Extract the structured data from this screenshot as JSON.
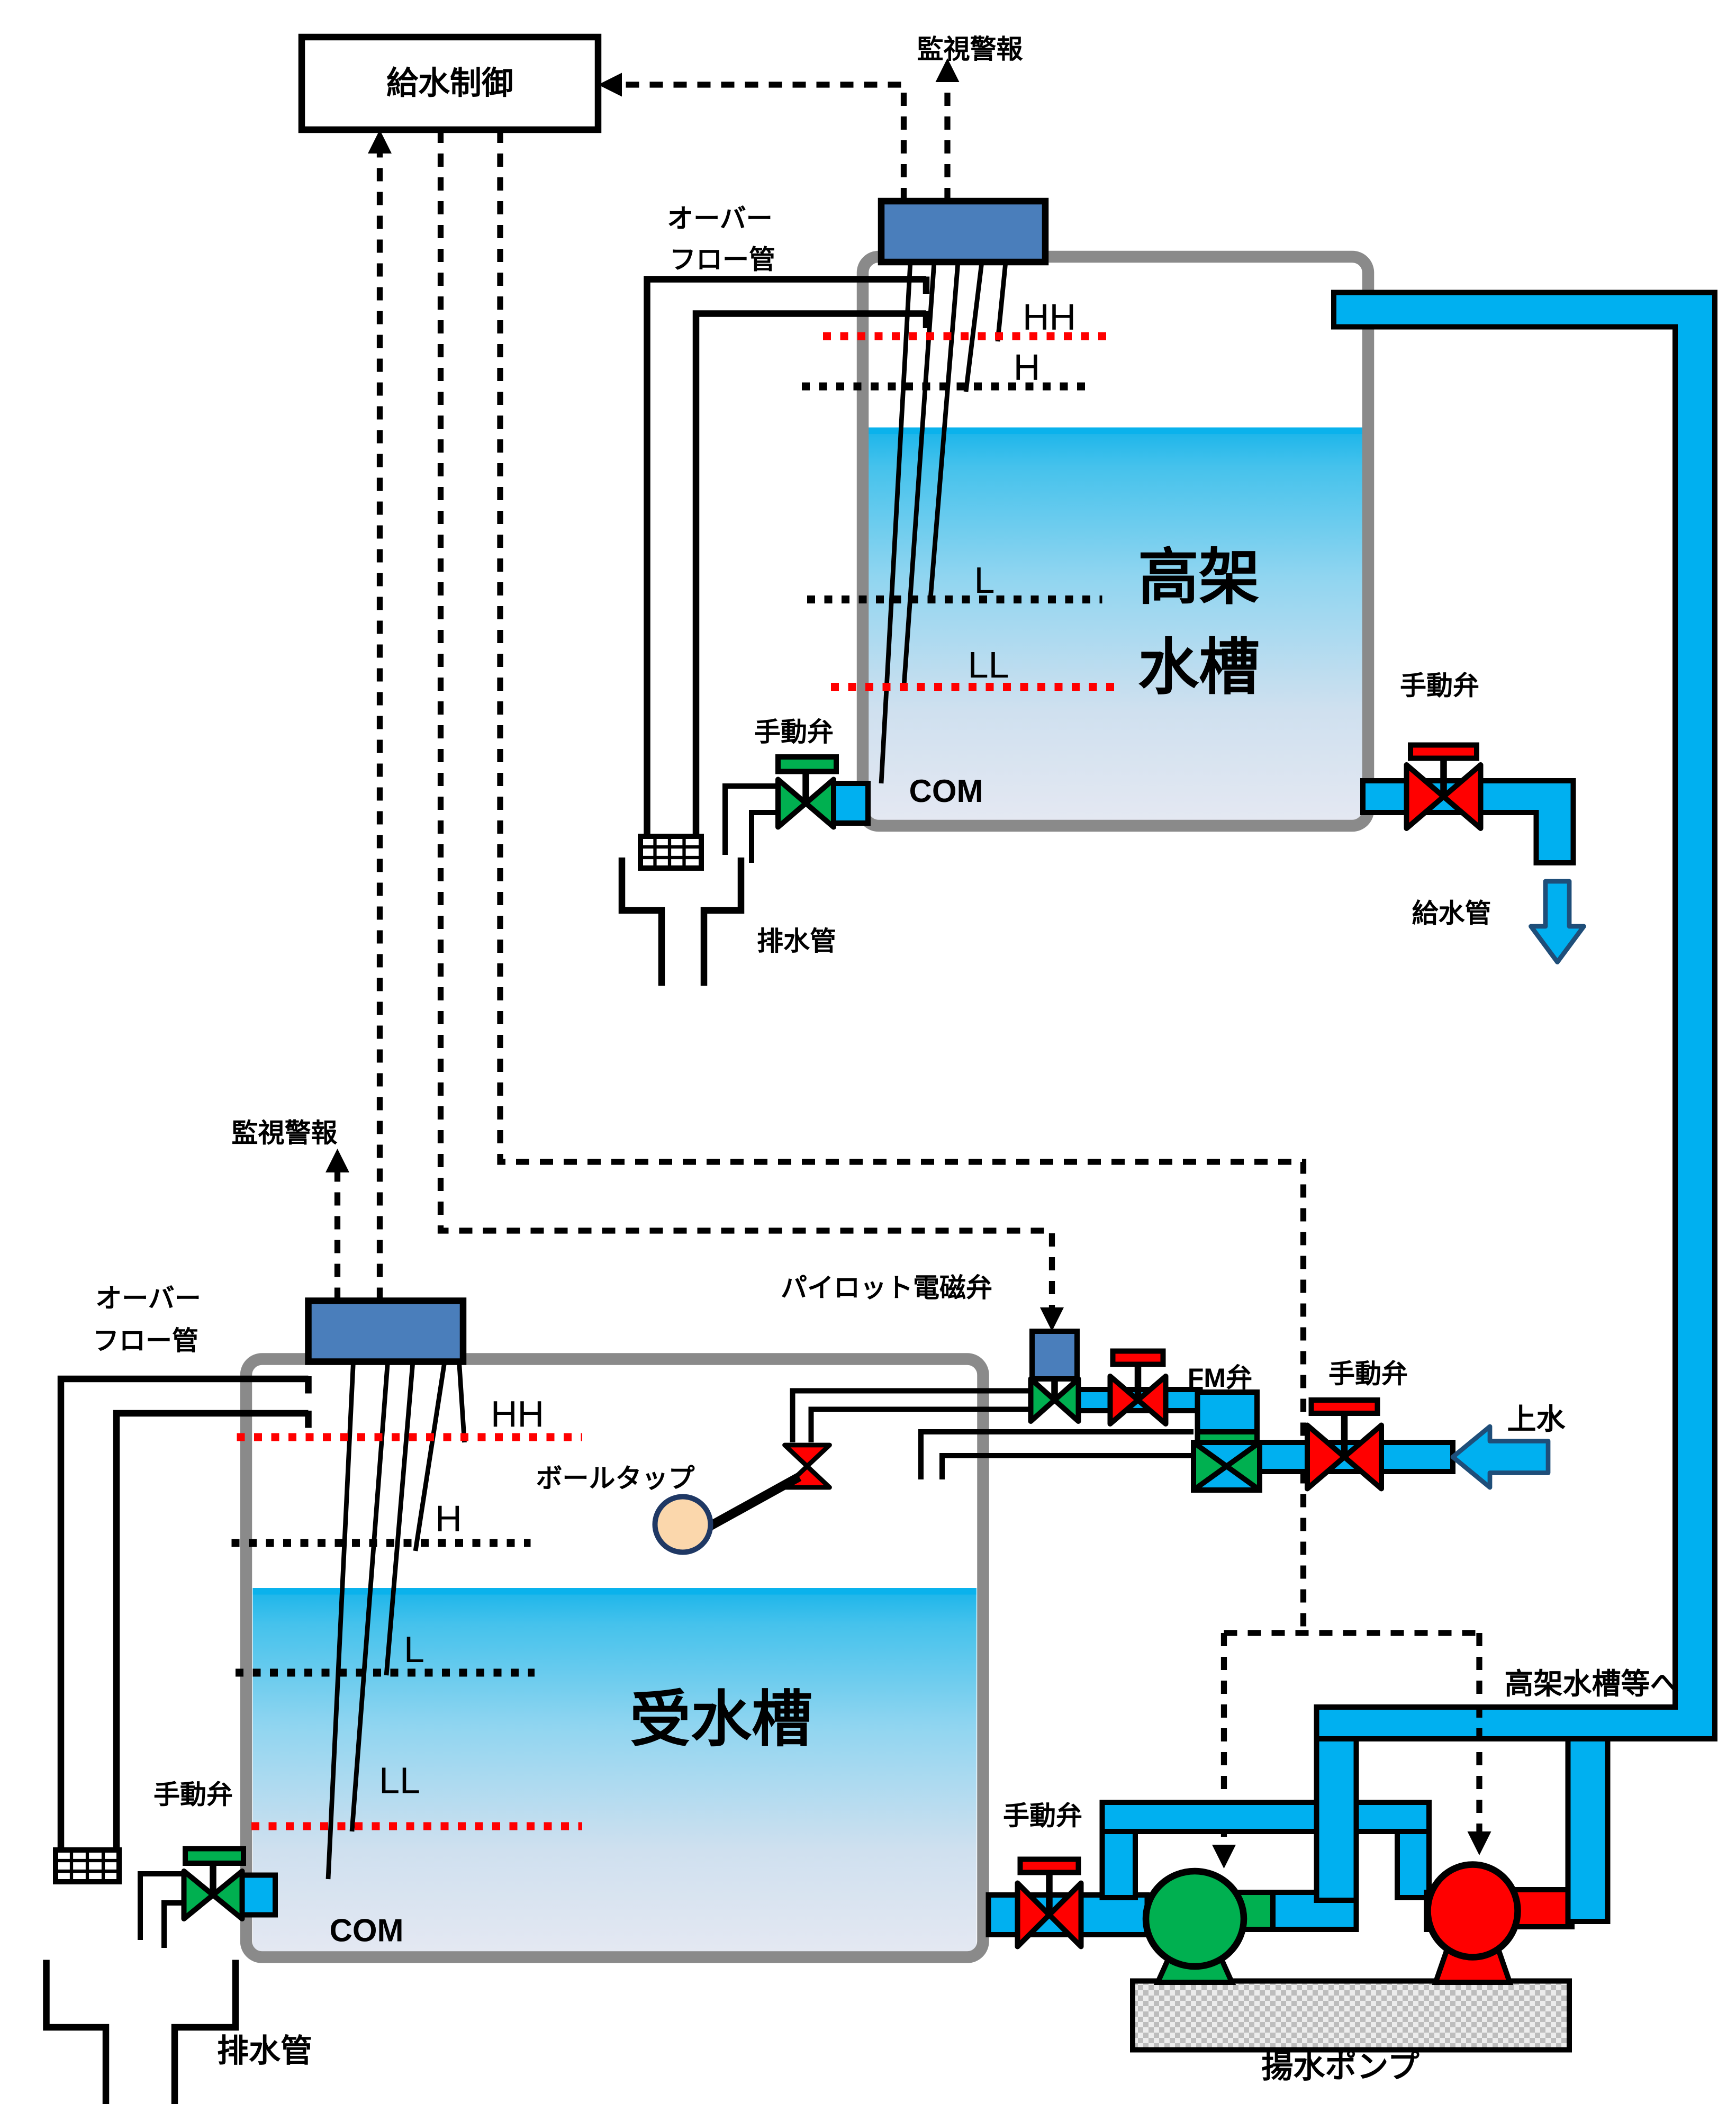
{
  "controller": {
    "label": "給水制御"
  },
  "alarms": {
    "top": "監視警報",
    "bottom": "監視警報"
  },
  "upper_tank": {
    "name_line1": "高架",
    "name_line2": "水槽",
    "overflow_line1": "オーバー",
    "overflow_line2": "フロー管",
    "drain_valve_label": "手動弁",
    "drain_pipe_label": "排水管",
    "supply_valve_label": "手動弁",
    "supply_pipe_label": "給水管",
    "levels": {
      "hh": "HH",
      "h": "H",
      "l": "L",
      "ll": "LL",
      "com": "COM"
    }
  },
  "lower_tank": {
    "name": "受水槽",
    "overflow_line1": "オーバー",
    "overflow_line2": "フロー管",
    "drain_valve_label": "手動弁",
    "drain_pipe_label": "排水管",
    "ball_tap_label": "ボールタップ",
    "levels": {
      "hh": "HH",
      "h": "H",
      "l": "L",
      "ll": "LL",
      "com": "COM"
    }
  },
  "inlet": {
    "pilot_solenoid_label": "パイロット電磁弁",
    "fm_valve_label": "FM弁",
    "manual_valve_label": "手動弁",
    "city_water_label": "上水"
  },
  "pumps": {
    "suction_valve_label": "手動弁",
    "pump_label": "揚水ポンプ",
    "to_elevated_label": "高架水槽等へ"
  },
  "colors": {
    "pipe_cyan": "#00B0F0",
    "valve_green": "#00B050",
    "valve_red": "#FF0000",
    "sensor_block_blue": "#4A7EBB",
    "arrow_outline_navy": "#1F4E79",
    "tank_wall_gray": "#8A8A8A",
    "water_top": "#18B4EA",
    "water_bottom": "#E4E8F2",
    "level_line_red": "#FF0000",
    "level_line_black": "#000000"
  }
}
